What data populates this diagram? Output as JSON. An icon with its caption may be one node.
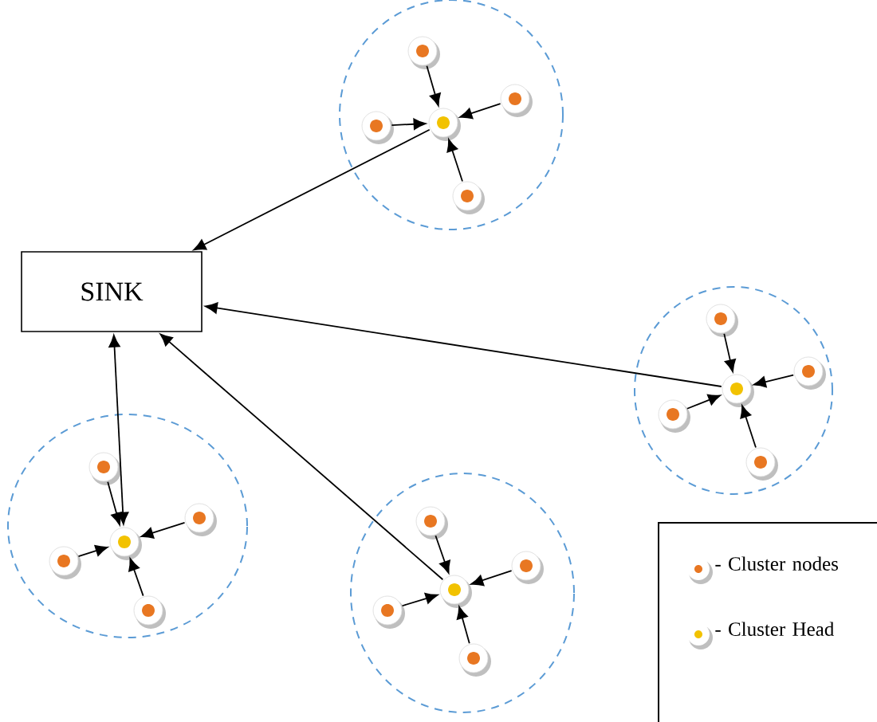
{
  "diagram": {
    "nodes": [
      {
        "text": [],
        "shape": "ellipse"
      },
      {
        "text": [],
        "shape": "circle",
        "in": 0
      },
      {
        "text": [],
        "shape": "circle",
        "in": 0
      },
      {
        "text": [],
        "shape": "circle",
        "in": 0
      },
      {
        "text": [],
        "shape": "circle",
        "in": 0
      },
      {
        "text": [],
        "shape": "circle",
        "in": 0
      },
      {
        "text": [
          "SINK"
        ]
      },
      {
        "text": [],
        "shape": "ellipse"
      },
      {
        "text": [],
        "shape": "circle",
        "in": 7
      },
      {
        "text": [],
        "shape": "circle",
        "in": 7
      },
      {
        "text": [],
        "shape": "circle",
        "in": 7
      },
      {
        "text": [],
        "shape": "circle",
        "in": 7
      },
      {
        "text": [],
        "shape": "circle",
        "in": 7
      },
      {
        "text": [],
        "shape": "ellipse"
      },
      {
        "text": [],
        "shape": "circle",
        "in": 13
      },
      {
        "text": [],
        "shape": "circle",
        "in": 13
      },
      {
        "text": [],
        "shape": "circle",
        "in": 13
      },
      {
        "text": [],
        "shape": "circle",
        "in": 13
      },
      {
        "text": [],
        "shape": "circle",
        "in": 13
      },
      {
        "text": [],
        "shape": "ellipse"
      },
      {
        "text": [],
        "shape": "circle",
        "in": 19
      },
      {
        "text": [],
        "shape": "circle",
        "in": 19
      },
      {
        "text": [],
        "shape": "circle",
        "in": 19
      },
      {
        "text": [],
        "shape": "circle",
        "in": 19
      },
      {
        "text": [],
        "shape": "circle",
        "in": 19
      }
    ],
    "edges": [
      {
        "from": 2,
        "to": 1,
        "arrow": "to"
      },
      {
        "from": 3,
        "to": 1,
        "arrow": "to"
      },
      {
        "from": 4,
        "to": 1,
        "arrow": "to"
      },
      {
        "from": 5,
        "to": 1,
        "arrow": "to"
      },
      {
        "from": 1,
        "to": 6,
        "arrow": "to"
      },
      {
        "from": 9,
        "to": 8,
        "arrow": "to"
      },
      {
        "from": 10,
        "to": 8,
        "arrow": "to"
      },
      {
        "from": 11,
        "to": 8,
        "arrow": "to"
      },
      {
        "from": 12,
        "to": 8,
        "arrow": "to"
      },
      {
        "from": 8,
        "to": 6,
        "arrow": "to"
      },
      {
        "from": 15,
        "to": 14,
        "arrow": "to"
      },
      {
        "from": 16,
        "to": 14,
        "arrow": "to"
      },
      {
        "from": 17,
        "to": 14,
        "arrow": "to"
      },
      {
        "from": 18,
        "to": 14,
        "arrow": "to"
      },
      {
        "from": 14,
        "to": 6,
        "arrow": "both"
      },
      {
        "from": 21,
        "to": 20,
        "arrow": "to"
      },
      {
        "from": 22,
        "to": 20,
        "arrow": "to"
      },
      {
        "from": 23,
        "to": 20,
        "arrow": "to"
      },
      {
        "from": 24,
        "to": 20,
        "arrow": "to"
      },
      {
        "from": 20,
        "to": 6,
        "arrow": "to"
      }
    ],
    "legend": [
      {
        "text": "- Cluster nodes"
      },
      {
        "text": "- Cluster Head"
      }
    ]
  }
}
